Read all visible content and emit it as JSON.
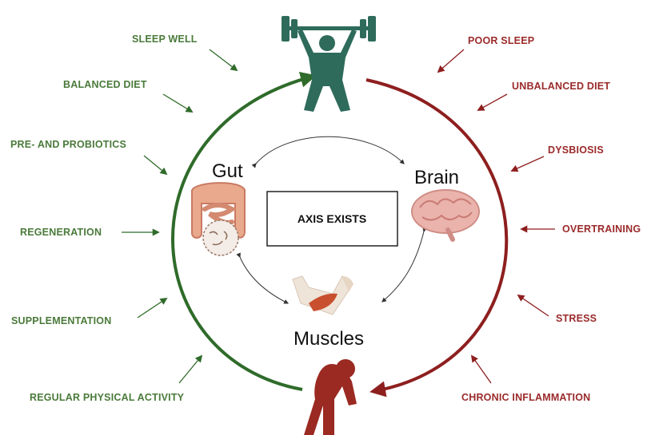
{
  "center": {
    "label": "AXIS EXISTS"
  },
  "organs": {
    "gut": "Gut",
    "brain": "Brain",
    "muscles": "Muscles"
  },
  "positive_factors": [
    "SLEEP WELL",
    "BALANCED DIET",
    "PRE- AND PROBIOTICS",
    "REGENERATION",
    "SUPPLEMENTATION",
    "REGULAR PHYSICAL ACTIVITY"
  ],
  "negative_factors": [
    "POOR SLEEP",
    "UNBALANCED DIET",
    "DYSBIOSIS",
    "OVERTRAINING",
    "STRESS",
    "CHRONIC INFLAMMATION"
  ],
  "colors": {
    "positive": "#2f6b2a",
    "negative": "#8e1f1f",
    "athlete_healthy": "#2e6b5a",
    "athlete_tired": "#9a2a22"
  },
  "icons": {
    "top": "weightlifter-icon",
    "bottom": "exhausted-person-icon",
    "gut": "intestine-icon",
    "brain": "brain-icon",
    "muscles": "arm-muscle-icon"
  }
}
